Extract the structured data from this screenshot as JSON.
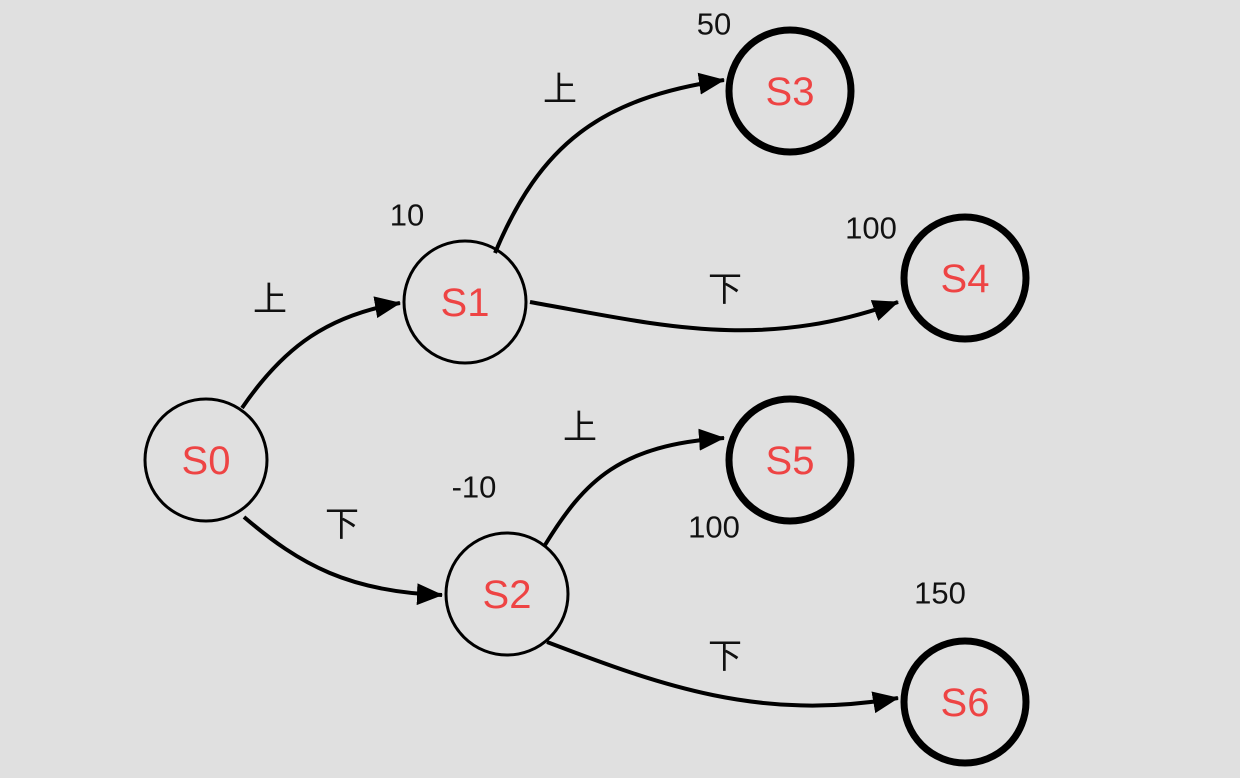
{
  "colors": {
    "background": "#e0e0e0",
    "stroke": "#000000",
    "node_text": "#ee4444",
    "label_text": "#111111"
  },
  "nodes": [
    {
      "id": "S0",
      "label": "S0",
      "value": "",
      "terminal": false
    },
    {
      "id": "S1",
      "label": "S1",
      "value": "10",
      "terminal": false
    },
    {
      "id": "S2",
      "label": "S2",
      "value": "-10",
      "terminal": false
    },
    {
      "id": "S3",
      "label": "S3",
      "value": "50",
      "terminal": true
    },
    {
      "id": "S4",
      "label": "S4",
      "value": "100",
      "terminal": true
    },
    {
      "id": "S5",
      "label": "S5",
      "value": "100",
      "terminal": true
    },
    {
      "id": "S6",
      "label": "S6",
      "value": "150",
      "terminal": true
    }
  ],
  "edges": [
    {
      "from": "S0",
      "to": "S1",
      "label": "上"
    },
    {
      "from": "S0",
      "to": "S2",
      "label": "下"
    },
    {
      "from": "S1",
      "to": "S3",
      "label": "上"
    },
    {
      "from": "S1",
      "to": "S4",
      "label": "下"
    },
    {
      "from": "S2",
      "to": "S5",
      "label": "上"
    },
    {
      "from": "S2",
      "to": "S6",
      "label": "下"
    }
  ]
}
